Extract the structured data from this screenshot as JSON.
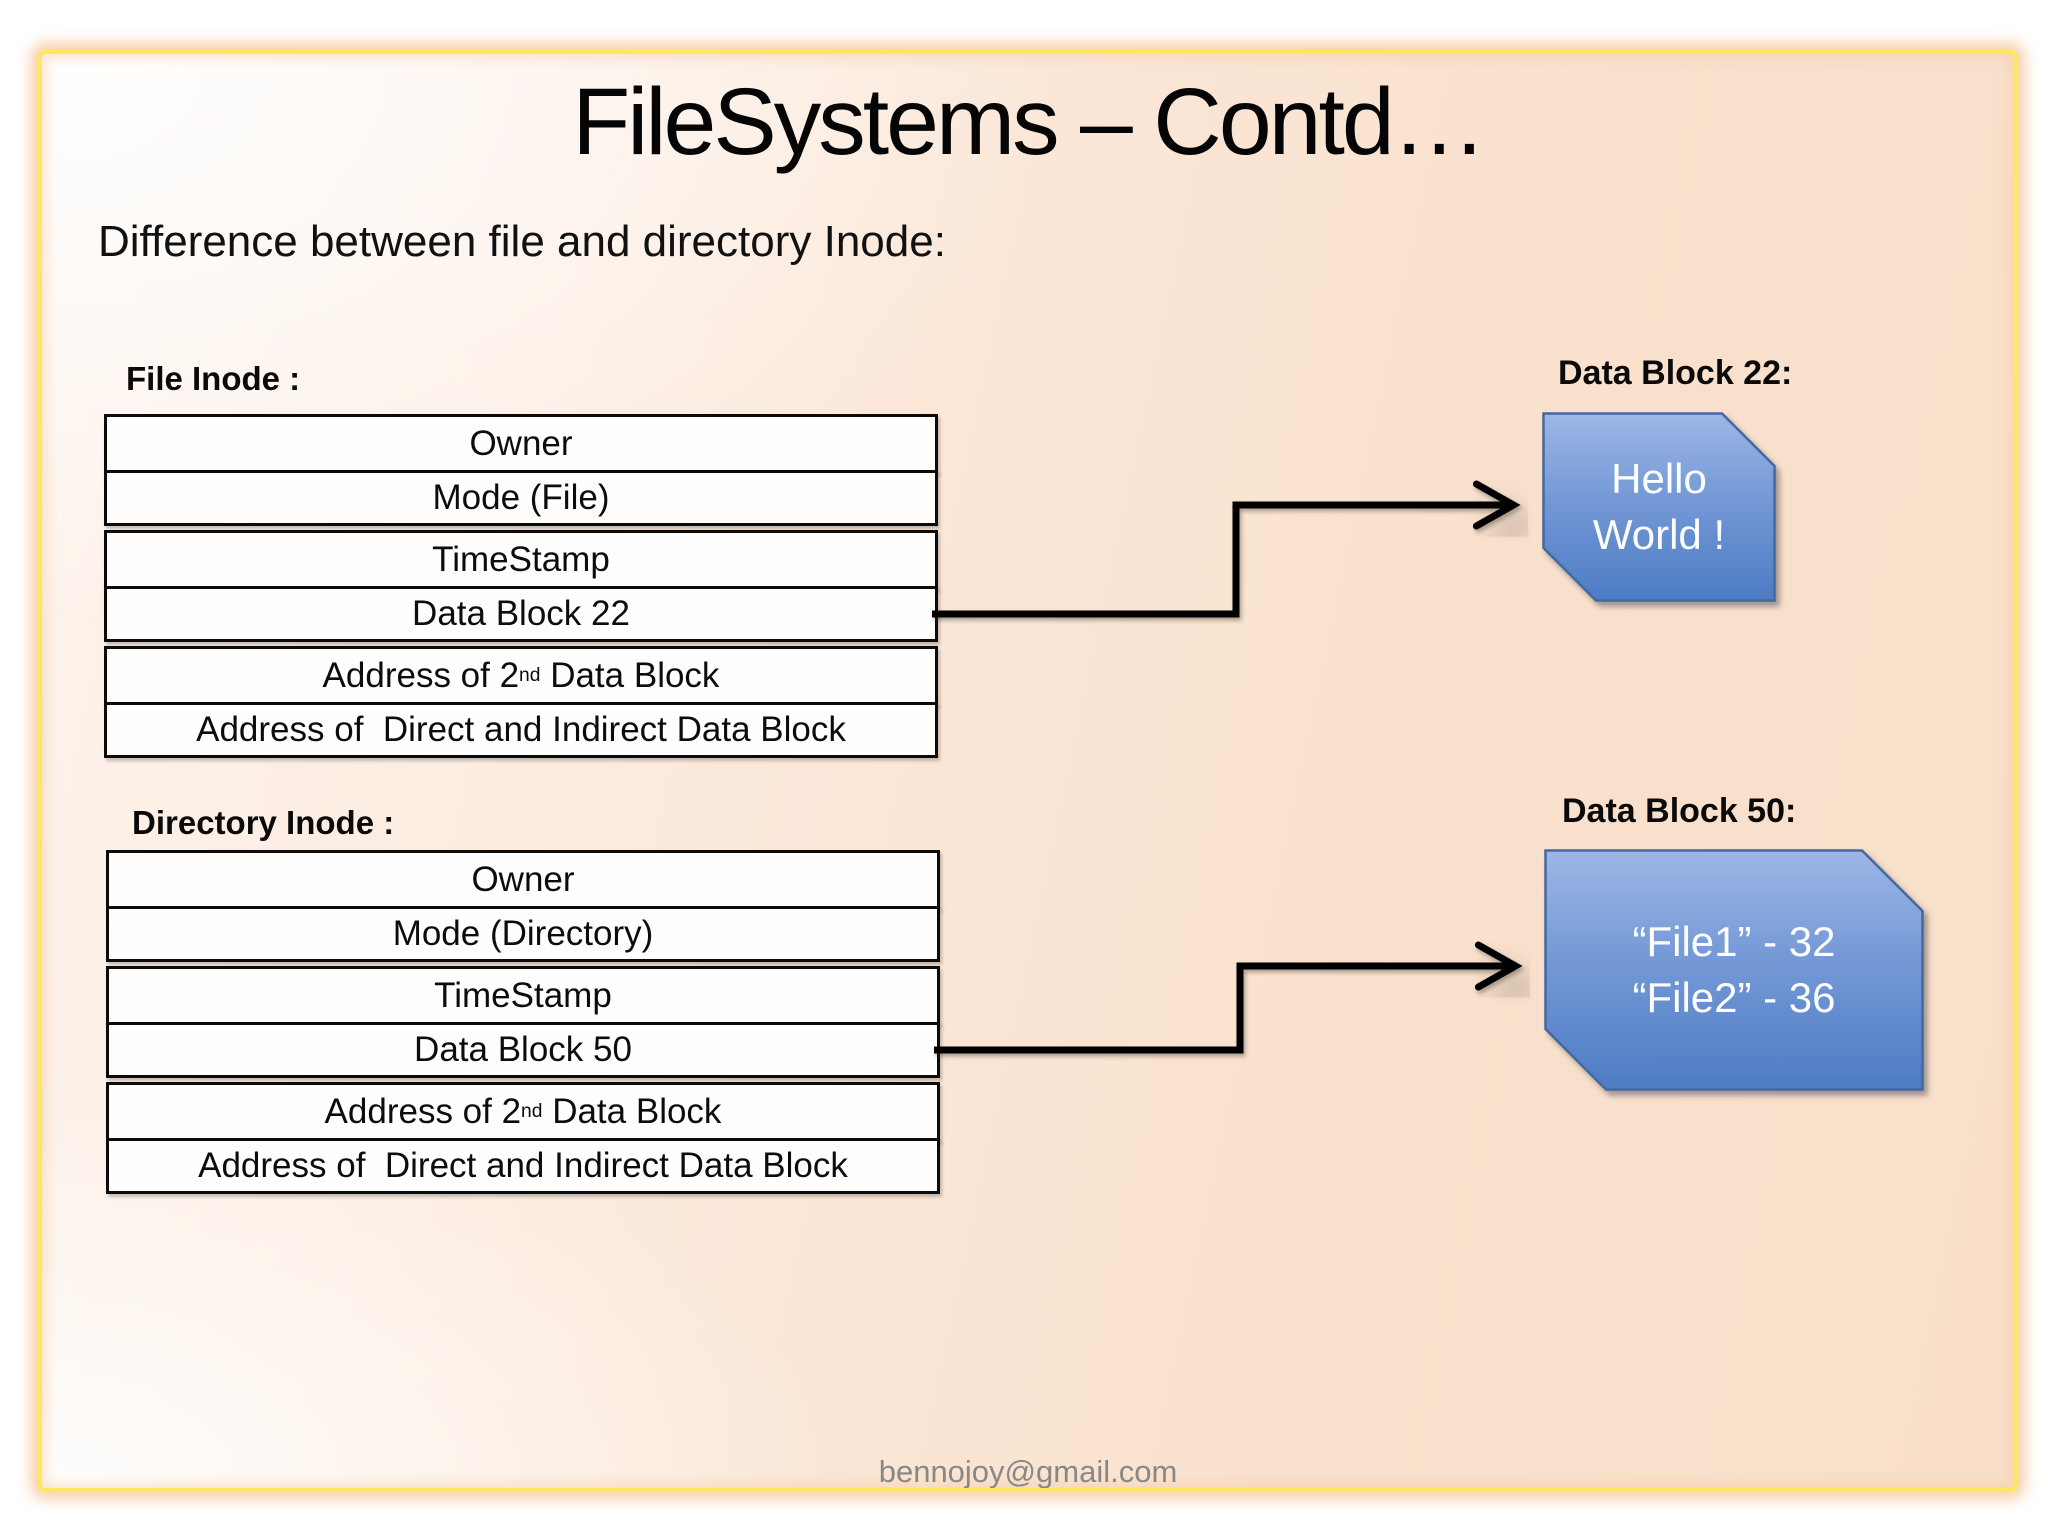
{
  "slide": {
    "title": "FileSystems – Contd…",
    "subtitle": "Difference between file and directory Inode:",
    "footer": "bennojoy@gmail.com"
  },
  "file_inode": {
    "label": "File Inode :",
    "rows": [
      {
        "pre": "Owner",
        "sup": "",
        "post": ""
      },
      {
        "pre": "Mode (File)",
        "sup": "",
        "post": ""
      },
      {
        "pre": "TimeStamp",
        "sup": "",
        "post": ""
      },
      {
        "pre": "Data Block 22",
        "sup": "",
        "post": ""
      },
      {
        "pre": "Address of 2",
        "sup": "nd",
        "post": " Data Block"
      },
      {
        "pre": "Address of  Direct and Indirect Data Block",
        "sup": "",
        "post": ""
      }
    ]
  },
  "directory_inode": {
    "label": "Directory Inode :",
    "rows": [
      {
        "pre": "Owner",
        "sup": "",
        "post": ""
      },
      {
        "pre": "Mode (Directory)",
        "sup": "",
        "post": ""
      },
      {
        "pre": "TimeStamp",
        "sup": "",
        "post": ""
      },
      {
        "pre": "Data Block 50",
        "sup": "",
        "post": ""
      },
      {
        "pre": "Address of 2",
        "sup": "nd",
        "post": " Data Block"
      },
      {
        "pre": "Address of  Direct and Indirect Data Block",
        "sup": "",
        "post": ""
      }
    ]
  },
  "data_block_22": {
    "label": "Data Block 22:",
    "lines": [
      "Hello",
      "World !"
    ]
  },
  "data_block_50": {
    "label": "Data Block 50:",
    "lines": [
      "“File1” - 32",
      "“File2” - 36"
    ]
  },
  "colors": {
    "frame_yellow": "#fbe85f",
    "frame_glow": "#f7c696",
    "background_peach": "#f9e0cb",
    "block_blue_top": "#9db6e5",
    "block_blue_bottom": "#4d7cc4",
    "block_blue_border": "#44699f",
    "arrow_black": "#000000",
    "footer_gray": "#8a8886"
  }
}
